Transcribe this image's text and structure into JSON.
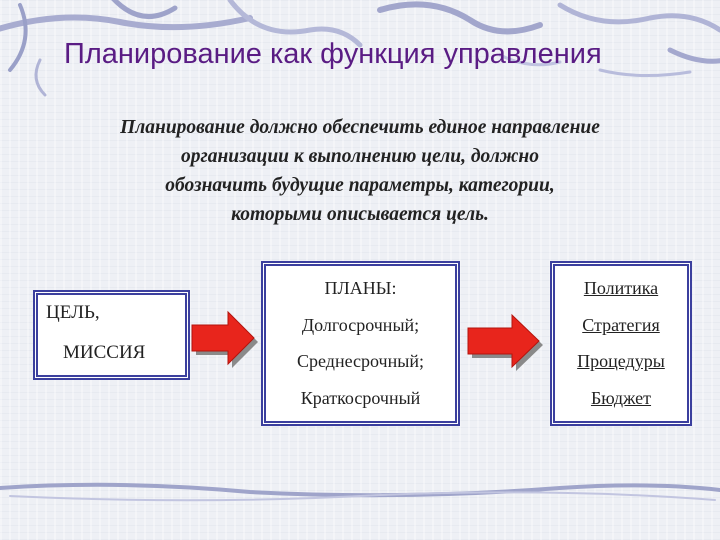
{
  "title": "Планирование как функция управления",
  "subtitle_lines": [
    "Планирование должно обеспечить единое направление",
    "организации к выполнению цели, должно",
    "обозначить будущие параметры, категории,",
    "которыми описывается цель."
  ],
  "goal_box": {
    "line1": "ЦЕЛЬ,",
    "line2": "МИССИЯ"
  },
  "plans_box": {
    "items": [
      "ПЛАНЫ:",
      "Долгосрочный;",
      "Среднесрочный;",
      "Краткосрочный"
    ]
  },
  "policy_box": {
    "items": [
      "Политика",
      "Стратегия",
      "Процедуры",
      "Бюджет"
    ]
  },
  "colors": {
    "title": "#5a1c84",
    "box_border": "#3b3f9e",
    "arrow_fill": "#e8251c",
    "arrow_shadow": "#8a8a8a"
  }
}
